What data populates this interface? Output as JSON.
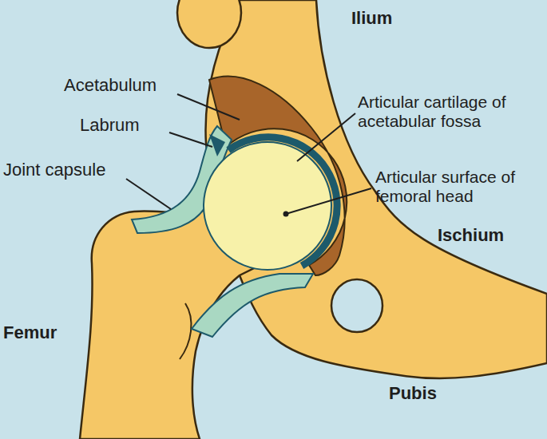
{
  "diagram": {
    "labels": [
      "Ilium",
      "Acetabulum",
      "Labrum",
      "Articular cartilage of acetabular fossa",
      "Joint capsule",
      "Articular surface of femoral head",
      "Ischium",
      "Femur",
      "Pubis"
    ]
  }
}
